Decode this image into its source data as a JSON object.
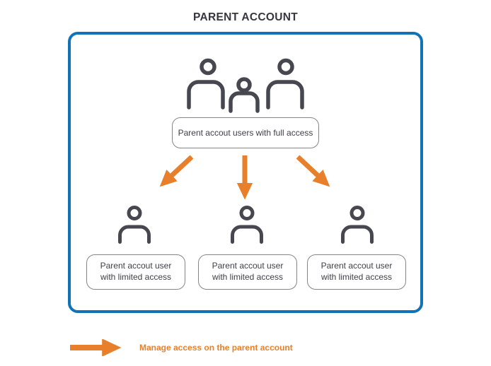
{
  "title": "PARENT ACCOUNT",
  "diagram": {
    "full_access": {
      "icon": "users-group-icon",
      "label": "Parent accout users with full access"
    },
    "arrows_icon": "arrow-down-icon",
    "limited_access_users": [
      {
        "icon": "user-icon",
        "label": "Parent accout user with limited access"
      },
      {
        "icon": "user-icon",
        "label": "Parent accout user with limited access"
      },
      {
        "icon": "user-icon",
        "label": "Parent accout user with limited access"
      }
    ]
  },
  "legend": {
    "icon": "arrow-right-icon",
    "label": "Manage access on the parent account"
  },
  "colors": {
    "border_blue": "#1173B5",
    "accent_orange": "#E8802B",
    "icon_gray": "#474750",
    "box_border_gray": "#84848B",
    "text_dark": "#3E3E46",
    "title_text": "#36363E"
  }
}
